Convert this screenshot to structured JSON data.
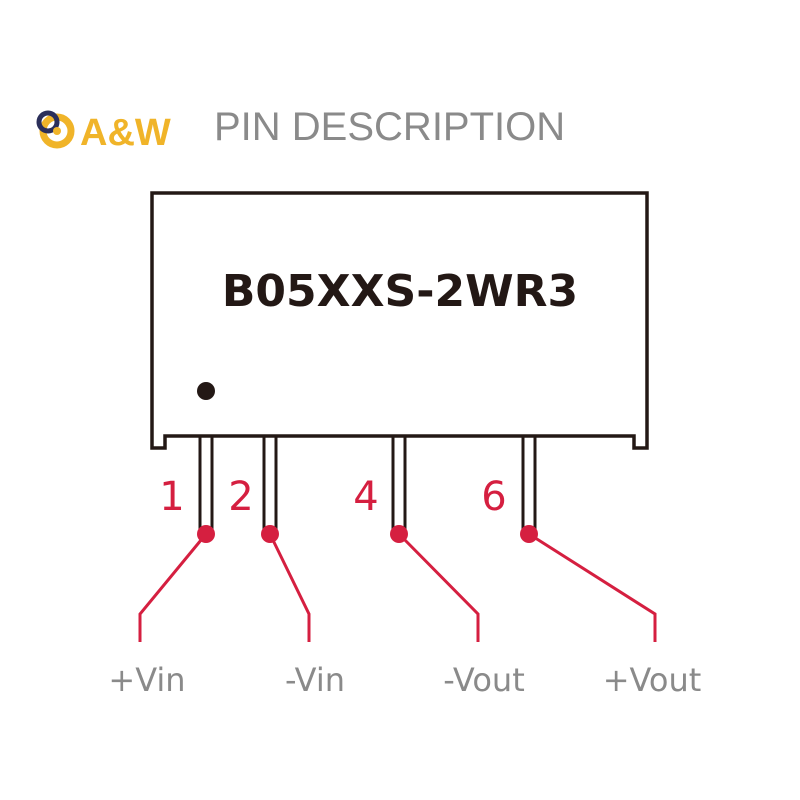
{
  "brand": {
    "name": "A&W",
    "logo_icon": "double-ring-logo",
    "color_gold": "#f0b429",
    "color_navy": "#2b2f5a"
  },
  "heading": "PIN DESCRIPTION",
  "part_number": "B05XXS-2WR3",
  "colors": {
    "heading": "#8a8a8a",
    "body_outline": "#231815",
    "accent": "#d51f40",
    "signal_text": "#8a8a8a"
  },
  "pins": [
    {
      "number": "1",
      "signal": "+Vin"
    },
    {
      "number": "2",
      "signal": "-Vin"
    },
    {
      "number": "4",
      "signal": "-Vout"
    },
    {
      "number": "6",
      "signal": "+Vout"
    }
  ]
}
